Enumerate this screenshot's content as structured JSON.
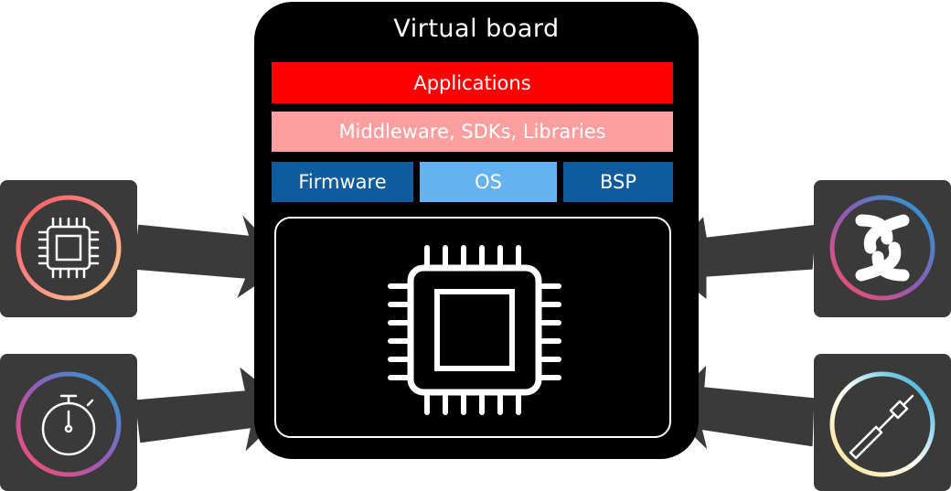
{
  "diagram": {
    "title": "Virtual board",
    "layers": {
      "applications": "Applications",
      "middleware": "Middleware, SDKs, Libraries",
      "firmware": "Firmware",
      "os": "OS",
      "bsp": "BSP"
    },
    "tiles": {
      "top_left": "cpu-icon",
      "bottom_left": "stopwatch-icon",
      "top_right": "logo-icon",
      "bottom_right": "screwdriver-icon"
    },
    "colors": {
      "board": "#000000",
      "applications": "#ff0000",
      "middleware": "#ff9e9e",
      "firmware": "#0f5b9b",
      "os": "#66b2f0",
      "bsp": "#0f5b9b",
      "tile": "#3a3a3a",
      "arrow": "#3a3a3a"
    }
  }
}
